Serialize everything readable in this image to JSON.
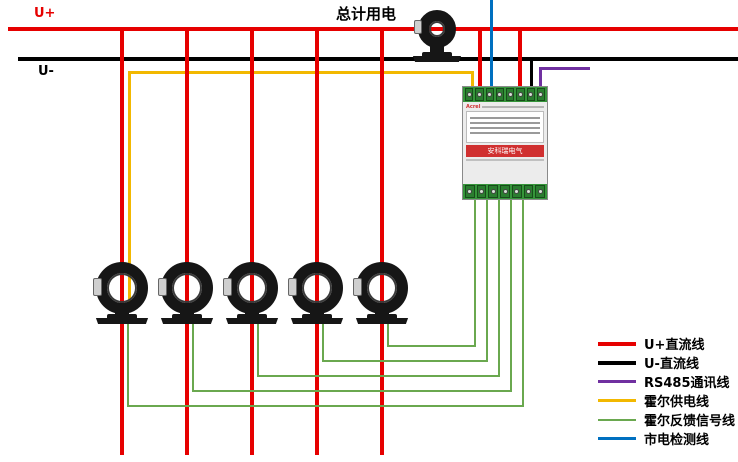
{
  "title": "总计用电",
  "bus_labels": {
    "u_plus": "U+",
    "u_minus": "U-"
  },
  "device": {
    "brand": "Acrel",
    "label": "安科瑞电气"
  },
  "legend": {
    "items": [
      {
        "label": "U+直流线",
        "color": "#e60000"
      },
      {
        "label": "U-直流线",
        "color": "#000000"
      },
      {
        "label": "RS485通讯线",
        "color": "#7030a0"
      },
      {
        "label": "霍尔供电线",
        "color": "#f2b800"
      },
      {
        "label": "霍尔反馈信号线",
        "color": "#6aa84f"
      },
      {
        "label": "市电检测线",
        "color": "#0070c0"
      }
    ]
  }
}
